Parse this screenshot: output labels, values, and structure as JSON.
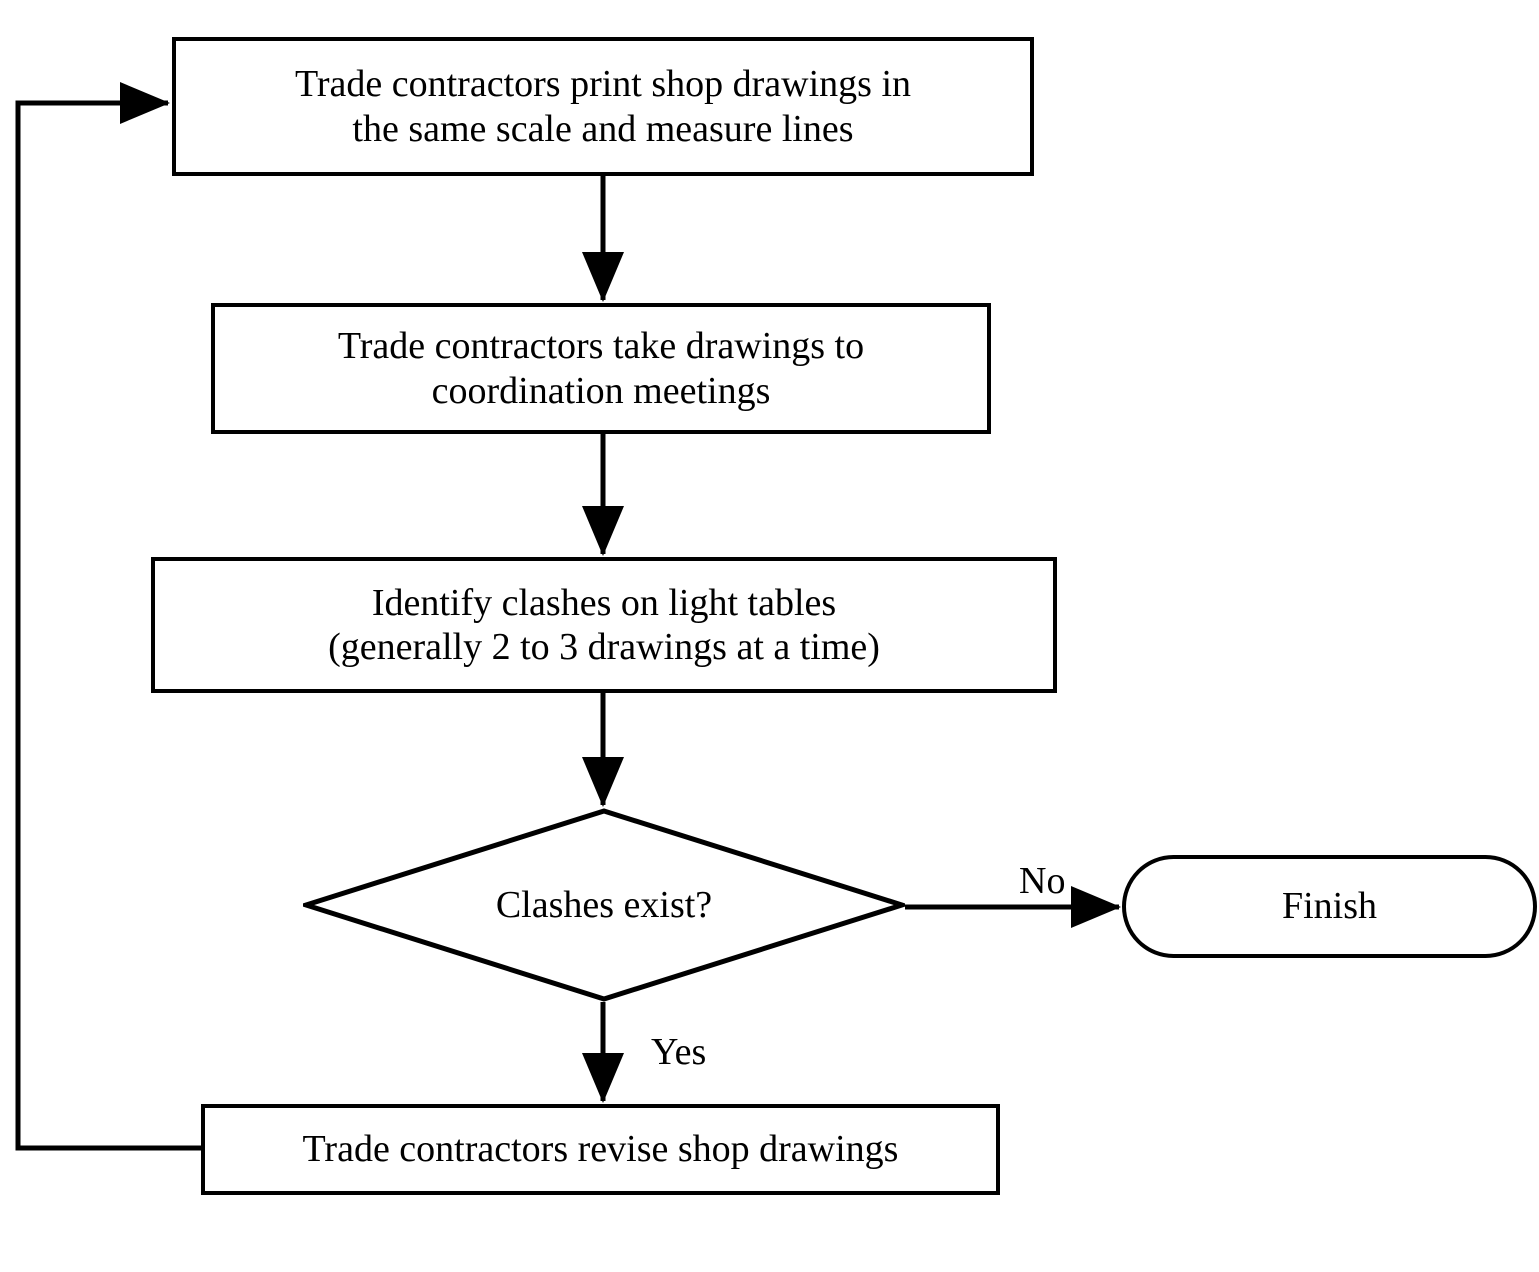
{
  "diagram": {
    "title": "Traditional 2D shop drawing coordination flowchart",
    "background_color": "#ffffff",
    "line_color": "#000000",
    "text_color": "#000000"
  },
  "nodes": {
    "print_drawings": {
      "label": "Trade contractors print shop drawings in\nthe same scale and measure lines",
      "shape": "process"
    },
    "take_to_meetings": {
      "label": "Trade contractors take drawings to\ncoordination meetings",
      "shape": "process"
    },
    "identify_clashes": {
      "label": "Identify clashes on light tables\n(generally 2 to 3 drawings at a time)",
      "shape": "process"
    },
    "decision_clashes": {
      "label": "Clashes exist?",
      "shape": "decision"
    },
    "finish": {
      "label": "Finish",
      "shape": "terminator"
    },
    "revise_drawings": {
      "label": "Trade contractors revise shop drawings",
      "shape": "process"
    }
  },
  "edge_labels": {
    "no": "No",
    "yes": "Yes"
  }
}
